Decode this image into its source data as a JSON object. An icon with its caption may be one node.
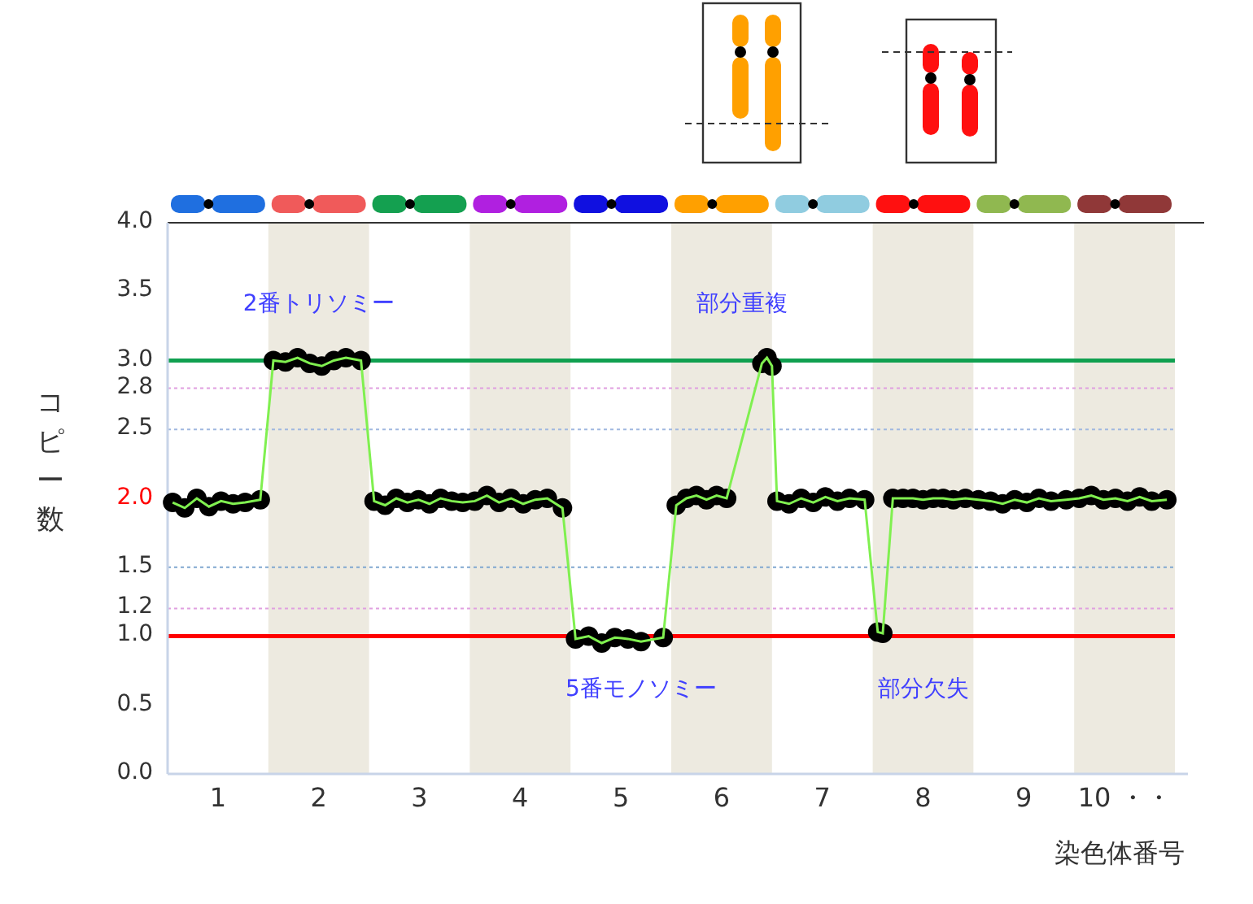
{
  "diagram": {
    "chart_data": {
      "type": "line",
      "xlabel": "染色体番号",
      "ylabel": "コピー数",
      "xlim": [
        0.5,
        10.5
      ],
      "ylim": [
        0,
        4
      ],
      "xticks": [
        {
          "value": 1,
          "label": "1"
        },
        {
          "value": 2,
          "label": "2"
        },
        {
          "value": 3,
          "label": "3"
        },
        {
          "value": 4,
          "label": "4"
        },
        {
          "value": 5,
          "label": "5"
        },
        {
          "value": 6,
          "label": "6"
        },
        {
          "value": 7,
          "label": "7"
        },
        {
          "value": 8,
          "label": "8"
        },
        {
          "value": 9,
          "label": "9"
        },
        {
          "value": 10,
          "label": "10 ・・"
        }
      ],
      "yticks": [
        {
          "value": 0,
          "label": "0.0"
        },
        {
          "value": 0.5,
          "label": "0.5"
        },
        {
          "value": 1,
          "label": "1.0"
        },
        {
          "value": 1.2,
          "label": "1.2"
        },
        {
          "value": 1.5,
          "label": "1.5"
        },
        {
          "value": 2,
          "label": "2.0"
        },
        {
          "value": 2.5,
          "label": "2.5"
        },
        {
          "value": 2.8,
          "label": "2.8"
        },
        {
          "value": 3,
          "label": "3.0"
        },
        {
          "value": 3.5,
          "label": "3.5"
        },
        {
          "value": 4,
          "label": "4.0"
        }
      ],
      "series": [
        {
          "color": "#80f050",
          "marker": "circle",
          "x": [
            0.55,
            0.67,
            0.79,
            0.91,
            1.03,
            1.15,
            1.27,
            1.42,
            1.55,
            1.67,
            1.79,
            1.91,
            2.03,
            2.15,
            2.27,
            2.42,
            2.55,
            2.66,
            2.77,
            2.88,
            2.99,
            3.1,
            3.21,
            3.32,
            3.43,
            3.55,
            3.67,
            3.79,
            3.91,
            4.03,
            4.15,
            4.27,
            4.42,
            4.55,
            4.68,
            4.81,
            4.94,
            5.07,
            5.2,
            5.42,
            5.55,
            5.65,
            5.75,
            5.85,
            5.95,
            6.05,
            6.4,
            6.45,
            6.5,
            6.55,
            6.67,
            6.79,
            6.91,
            7.03,
            7.15,
            7.27,
            7.42,
            7.55,
            7.6,
            7.7,
            7.8,
            7.9,
            8.0,
            8.1,
            8.2,
            8.3,
            8.42,
            8.55,
            8.67,
            8.79,
            8.91,
            9.03,
            9.15,
            9.27,
            9.42,
            9.55,
            9.67,
            9.79,
            9.91,
            10.03,
            10.15,
            10.27,
            10.42
          ],
          "values": [
            1.97,
            1.93,
            2.0,
            1.94,
            1.98,
            1.96,
            1.97,
            1.99,
            3.0,
            2.99,
            3.02,
            2.98,
            2.96,
            3.0,
            3.02,
            3.0,
            1.98,
            1.95,
            2.0,
            1.97,
            1.99,
            1.96,
            2.0,
            1.98,
            1.97,
            1.98,
            2.02,
            1.97,
            2.0,
            1.96,
            1.99,
            2.0,
            1.93,
            0.98,
            1.0,
            0.95,
            0.99,
            0.98,
            0.96,
            0.99,
            1.95,
            2.0,
            2.02,
            1.99,
            2.02,
            2.0,
            2.98,
            3.02,
            2.96,
            1.98,
            1.96,
            2.0,
            1.97,
            2.01,
            1.98,
            2.0,
            1.99,
            1.03,
            1.02,
            2.0,
            2.0,
            2.0,
            1.99,
            2.0,
            2.0,
            1.99,
            2.0,
            1.99,
            1.98,
            1.96,
            1.99,
            1.97,
            2.0,
            1.98,
            1.99,
            2.0,
            2.02,
            1.99,
            2.0,
            1.98,
            2.01,
            1.98,
            1.99
          ]
        }
      ],
      "ref_lines": [
        {
          "axis": "y",
          "value": 3,
          "color": "#10a050"
        },
        {
          "axis": "y",
          "value": 2.8,
          "color": "#e0a0e0"
        },
        {
          "axis": "y",
          "value": 2.5,
          "color": "#a0b8e0"
        },
        {
          "axis": "y",
          "value": 1.5,
          "color": "#80a8d0"
        },
        {
          "axis": "y",
          "value": 1.2,
          "color": "#e0a0e0"
        },
        {
          "axis": "y",
          "value": 1,
          "color": "#ff0000"
        }
      ],
      "bands": [
        {
          "axis": "x",
          "from": 1.5,
          "to": 2.5,
          "color": "#edeae0"
        },
        {
          "axis": "x",
          "from": 3.5,
          "to": 4.5,
          "color": "#edeae0"
        },
        {
          "axis": "x",
          "from": 5.5,
          "to": 6.5,
          "color": "#edeae0"
        },
        {
          "axis": "x",
          "from": 7.5,
          "to": 8.5,
          "color": "#edeae0"
        },
        {
          "axis": "x",
          "from": 9.5,
          "to": 10.5,
          "color": "#edeae0"
        }
      ],
      "annotations": [
        "2番トリソミー",
        "部分重複",
        "5番モノソミー",
        "部分欠失"
      ]
    }
  }
}
